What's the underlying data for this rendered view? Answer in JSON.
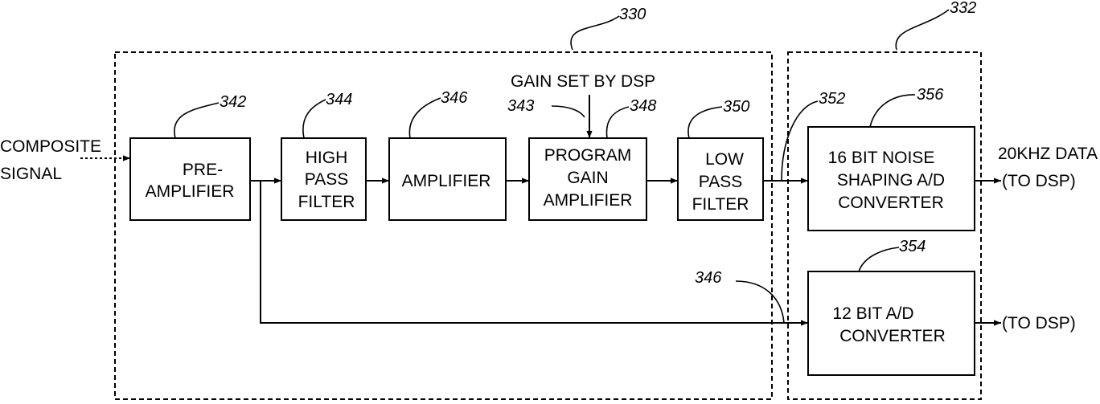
{
  "inputs": {
    "composite_line1": "COMPOSITE",
    "composite_line2": "SIGNAL",
    "gain_set": "GAIN SET BY DSP"
  },
  "blocks": {
    "preamp": [
      "PRE-",
      "AMPLIFIER"
    ],
    "hpf": [
      "HIGH",
      "PASS",
      "FILTER"
    ],
    "amp": [
      "AMPLIFIER"
    ],
    "pga": [
      "PROGRAM",
      "GAIN",
      "AMPLIFIER"
    ],
    "lpf": [
      "LOW",
      "PASS",
      "FILTER"
    ],
    "adc16": [
      "16 BIT NOISE",
      "SHAPING A/D",
      "CONVERTER"
    ],
    "adc12": [
      "12 BIT A/D",
      "CONVERTER"
    ]
  },
  "outputs": {
    "adc16_line1": "20KHZ DATA",
    "adc16_line2": "(TO DSP)",
    "adc12": "(TO DSP)"
  },
  "refs": {
    "r330": "330",
    "r332": "332",
    "r342": "342",
    "r343": "343",
    "r344": "344",
    "r346": "346",
    "r346b": "346",
    "r348": "348",
    "r350": "350",
    "r352": "352",
    "r354": "354",
    "r356": "356"
  }
}
